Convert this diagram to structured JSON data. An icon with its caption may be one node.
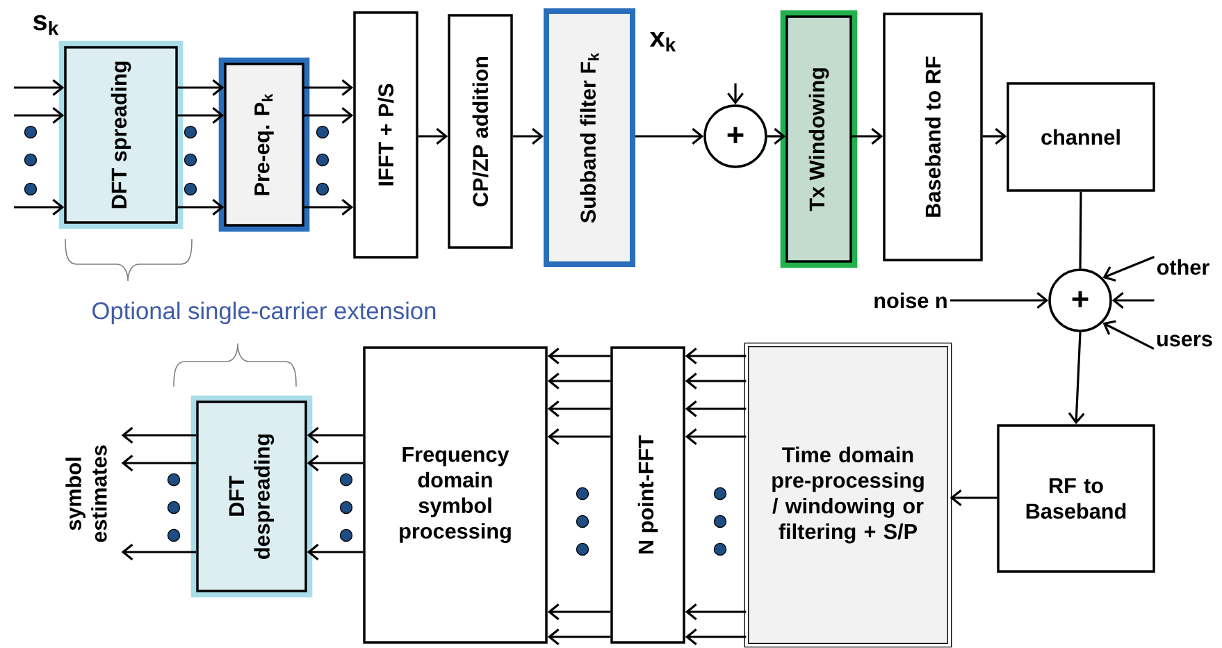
{
  "diagram": {
    "nodes": [
      {
        "text": [
          "DFT spreading"
        ]
      },
      {
        "text": [
          "Pre-eq. P$_{k}$"
        ]
      },
      {
        "text": [
          "IFFT + P/S"
        ]
      },
      {
        "text": [
          "CP/ZP addition"
        ]
      },
      {
        "text": [
          "Subband filter F$_{k}$"
        ]
      },
      {
        "text": [
          "+"
        ]
      },
      {
        "text": [
          "Tx Windowing"
        ]
      },
      {
        "text": [
          "Baseband to RF"
        ]
      },
      {
        "text": [
          "channel"
        ]
      },
      {
        "text": [
          "noise n"
        ]
      },
      {
        "text": [
          "+"
        ]
      },
      {
        "text": [
          "other"
        ]
      },
      {
        "text": [
          "users"
        ]
      },
      {
        "text": [
          "RF to Baseband"
        ]
      },
      {
        "text": [
          "Time domain pre-processing / windowing or filtering + S/P"
        ]
      },
      {
        "text": [
          "N point-FFT"
        ]
      },
      {
        "text": [
          "Frequency domain symbol processing"
        ]
      },
      {
        "text": [
          "DFT despreading"
        ]
      },
      {
        "text": [
          "symbol estimates"
        ]
      }
    ],
    "edges": [
      {
        "from": null,
        "to": 0,
        "arrow": "to"
      },
      {
        "from": null,
        "to": 0,
        "arrow": "to"
      },
      {
        "from": null,
        "to": 0,
        "arrow": "to"
      },
      {
        "from": 0,
        "to": 1,
        "arrow": "to"
      },
      {
        "from": 0,
        "to": 1,
        "arrow": "to"
      },
      {
        "from": 0,
        "to": 1,
        "arrow": "to"
      },
      {
        "from": 1,
        "to": 2,
        "arrow": "to"
      },
      {
        "from": 1,
        "to": 2,
        "arrow": "to"
      },
      {
        "from": 1,
        "to": 2,
        "arrow": "to"
      },
      {
        "from": 2,
        "to": 3,
        "arrow": "to"
      },
      {
        "from": 3,
        "to": 4,
        "arrow": "to"
      },
      {
        "from": 4,
        "to": 5,
        "arrow": "to"
      },
      {
        "from": null,
        "to": 5,
        "arrow": "to"
      },
      {
        "from": 5,
        "to": 6,
        "arrow": "to"
      },
      {
        "from": 6,
        "to": 7,
        "arrow": "to"
      },
      {
        "from": 7,
        "to": 8,
        "arrow": "to"
      },
      {
        "from": 8,
        "to": 10,
        "arrow": "none"
      },
      {
        "from": 9,
        "to": 10,
        "arrow": "to"
      },
      {
        "from": 11,
        "to": 10,
        "arrow": "to"
      },
      {
        "from": 11,
        "to": 10,
        "arrow": "to"
      },
      {
        "from": 12,
        "to": 10,
        "arrow": "to"
      },
      {
        "from": 10,
        "to": 13,
        "arrow": "to"
      },
      {
        "from": 13,
        "to": 14,
        "arrow": "to"
      },
      {
        "from": 14,
        "to": 15,
        "arrow": "to"
      },
      {
        "from": 14,
        "to": 15,
        "arrow": "to"
      },
      {
        "from": 14,
        "to": 15,
        "arrow": "to"
      },
      {
        "from": 14,
        "to": 15,
        "arrow": "to"
      },
      {
        "from": 14,
        "to": 15,
        "arrow": "to"
      },
      {
        "from": 14,
        "to": 15,
        "arrow": "to"
      },
      {
        "from": 15,
        "to": 16,
        "arrow": "to"
      },
      {
        "from": 15,
        "to": 16,
        "arrow": "to"
      },
      {
        "from": 15,
        "to": 16,
        "arrow": "to"
      },
      {
        "from": 15,
        "to": 16,
        "arrow": "to"
      },
      {
        "from": 15,
        "to": 16,
        "arrow": "to"
      },
      {
        "from": 15,
        "to": 16,
        "arrow": "to"
      },
      {
        "from": 16,
        "to": 17,
        "arrow": "to"
      },
      {
        "from": 16,
        "to": 17,
        "arrow": "to"
      },
      {
        "from": 16,
        "to": 17,
        "arrow": "to"
      },
      {
        "from": 17,
        "to": 18,
        "arrow": "to"
      },
      {
        "from": 17,
        "to": 18,
        "arrow": "to"
      },
      {
        "from": 17,
        "to": 18,
        "arrow": "to"
      }
    ],
    "labels": [
      "s$_{k}$",
      "x$_{k}$",
      "Optional single-carrier extension"
    ]
  }
}
